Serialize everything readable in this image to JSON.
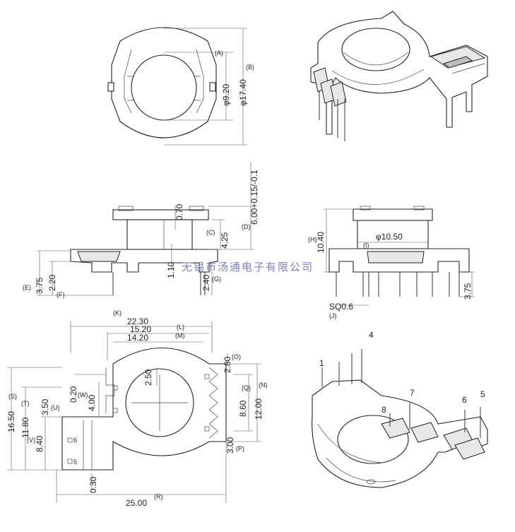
{
  "watermark": "无锡市汤通电子有限公司",
  "top_view": {
    "labels": {
      "A": "(A)",
      "B": "(B)"
    },
    "dims": {
      "d1": "φ9.20",
      "d2": "φ17.40"
    }
  },
  "side_view_left": {
    "labels": {
      "C": "(C)",
      "D": "(D)",
      "E": "(E)",
      "F": "(F)",
      "G": "(G)"
    },
    "dims": {
      "v070": "0.70",
      "v425": "4.25",
      "v600": "6.00+0.15/-0.1",
      "v110": "1.10",
      "v375": "3.75",
      "v220": "2.20",
      "v240": "2.40"
    }
  },
  "side_view_right": {
    "labels": {
      "H": "(H)",
      "I": "(I)",
      "J": "(J)"
    },
    "dims": {
      "v1040": "10.40",
      "d1050": "φ10.50",
      "v375": "3.75",
      "sq": "SQ0.6"
    }
  },
  "bottom_view": {
    "labels": {
      "K": "(K)",
      "L": "(L)",
      "M": "(M)",
      "N": "(N)",
      "O": "(O)",
      "P": "(P)",
      "Q": "(Q)",
      "R": "(R)",
      "S": "(S)",
      "T": "(T)",
      "U": "(U)",
      "V": "(V)",
      "W": "(W)"
    },
    "dims": {
      "v2230": "22.30",
      "v1520": "15.20",
      "v1420": "14.20",
      "v280": "2.80",
      "v250": "2.50",
      "v1200": "12.00",
      "v860": "8.60",
      "v300": "3.00",
      "v1650": "16.50",
      "v1180": "11.80",
      "v350": "3.50",
      "v020": "0.20",
      "v400": "4.00",
      "v840": "8.40",
      "v030": "0.30",
      "v2500": "25.00"
    },
    "pin_marks": {
      "p6": "6",
      "p5": "5"
    }
  },
  "iso_bottom": {
    "pins": {
      "p1": "1",
      "p4": "4",
      "p5": "5",
      "p6": "6",
      "p7": "7",
      "p8": "8"
    }
  }
}
